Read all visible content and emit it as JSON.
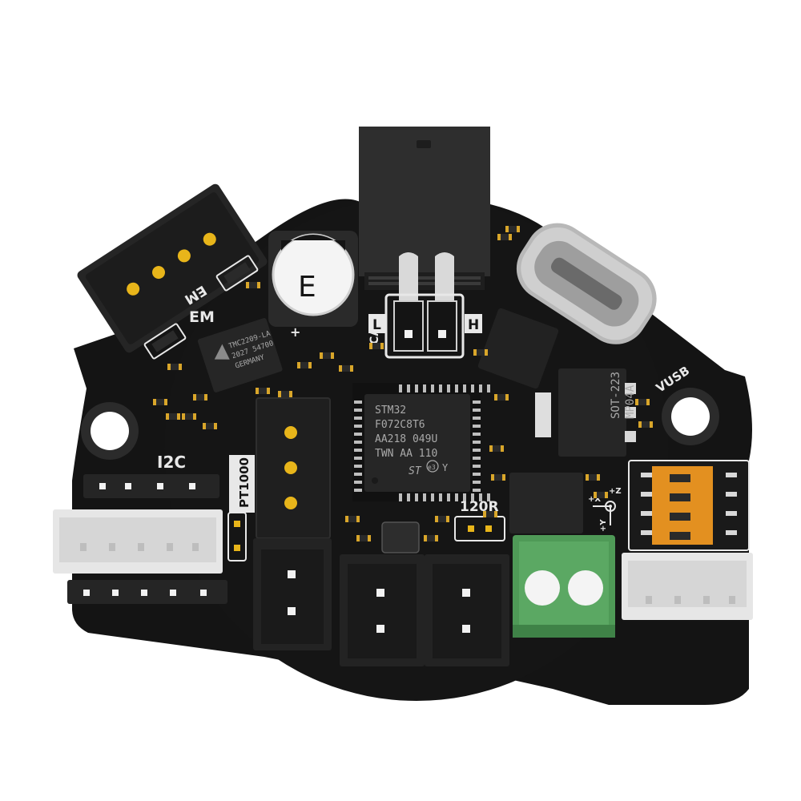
{
  "board": {
    "silkscreen": {
      "i2c": "I2C",
      "pt1000": "PT1000",
      "em_top": "EM",
      "em_bottom": "EM",
      "can": "CAN",
      "can_l": "L",
      "can_h": "H",
      "r120": "120R",
      "vusb": "VUSB",
      "cap_plus": "+",
      "axis_x": "+X",
      "axis_y": "+Y",
      "axis_z": "+Z"
    },
    "mcu": {
      "line1": "STM32",
      "line2": "F072C8T6",
      "line3": "AA218  049U",
      "line4": "TWN  AA  110",
      "logo": "ST",
      "mark": "e3",
      "suffix": "Y"
    },
    "regulator": {
      "line1": "SOT-223",
      "line2": "MP04A"
    },
    "driver_chip": {
      "line1": "TMC2209-LA",
      "line2": "2027  54700",
      "line3": "GERMANY"
    },
    "capacitor_mark": "E"
  },
  "colors": {
    "pcb": "#141414",
    "silkscreen": "#e8e8e8",
    "gold": "#e8b51a",
    "terminal_green": "#4f9a57",
    "dip_orange": "#e39020",
    "jst_white": "#e6e6e6"
  }
}
